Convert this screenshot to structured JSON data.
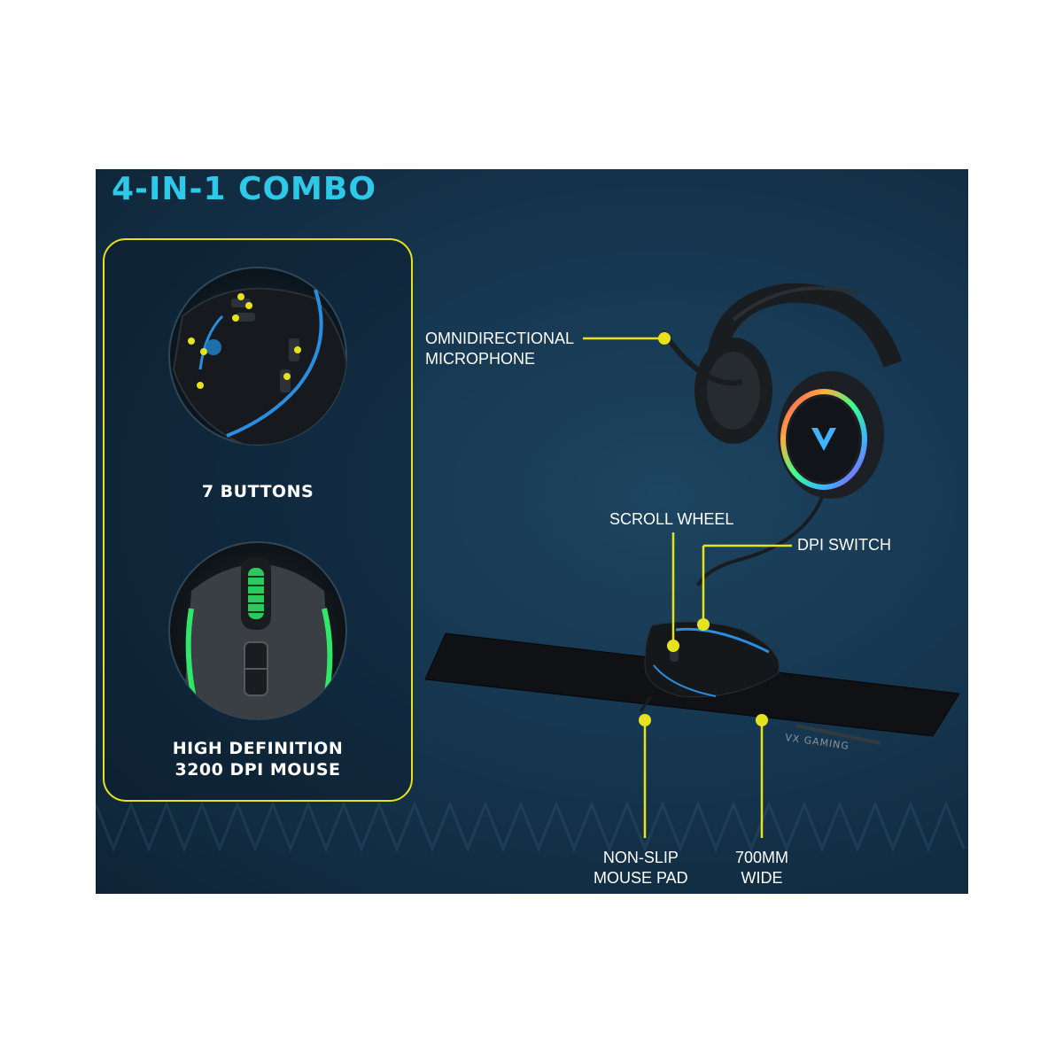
{
  "title": "4-IN-1 COMBO",
  "features": {
    "buttons": {
      "label": "7 BUTTONS"
    },
    "dpi": {
      "line1": "HIGH DEFINITION",
      "line2": "3200 DPI MOUSE"
    }
  },
  "callouts": {
    "microphone": {
      "line1": "OMNIDIRECTIONAL",
      "line2": "MICROPHONE"
    },
    "scroll_wheel": "SCROLL WHEEL",
    "dpi_switch": "DPI SWITCH",
    "mouse_pad": {
      "line1": "NON-SLIP",
      "line2": "MOUSE PAD"
    },
    "width": {
      "line1": "700MM",
      "line2": "WIDE"
    }
  },
  "brand_mark": "VX GAMING",
  "colors": {
    "accent_yellow": "#e6e21c",
    "title_cyan": "#2ec8e8",
    "background_navy": "#163650",
    "mouse_glow_green": "#2fe86a",
    "mouse_stripe_blue": "#2a8ee0"
  }
}
